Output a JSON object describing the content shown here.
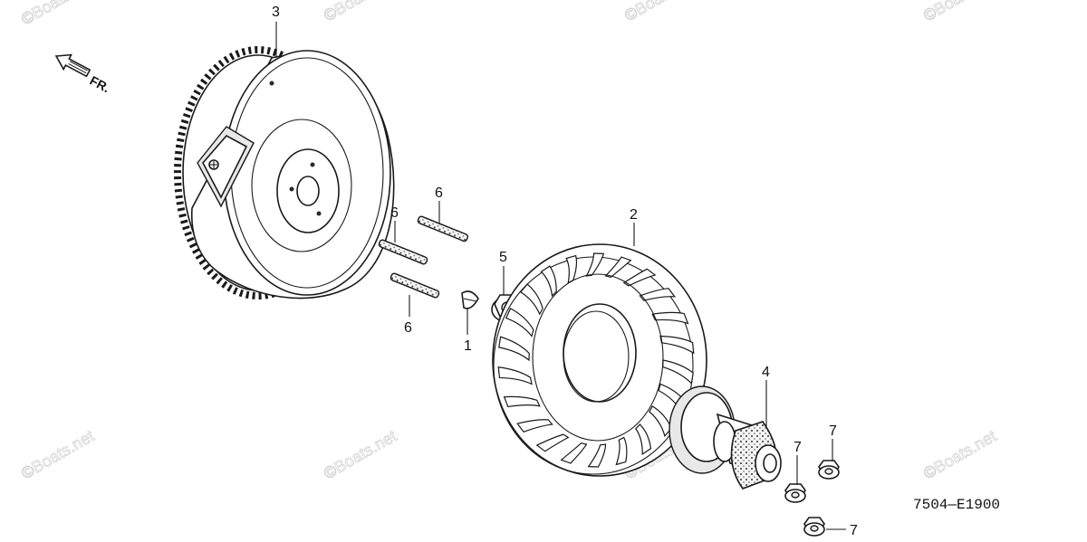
{
  "diagram": {
    "code": "7504—E1900",
    "direction_label": "FR.",
    "watermark": "©Boats.net",
    "callouts": {
      "p1": "1",
      "p2": "2",
      "p3": "3",
      "p4": "4",
      "p5": "5",
      "p6a": "6",
      "p6b": "6",
      "p6c": "6",
      "p7a": "7",
      "p7b": "7",
      "p7c": "7"
    }
  }
}
